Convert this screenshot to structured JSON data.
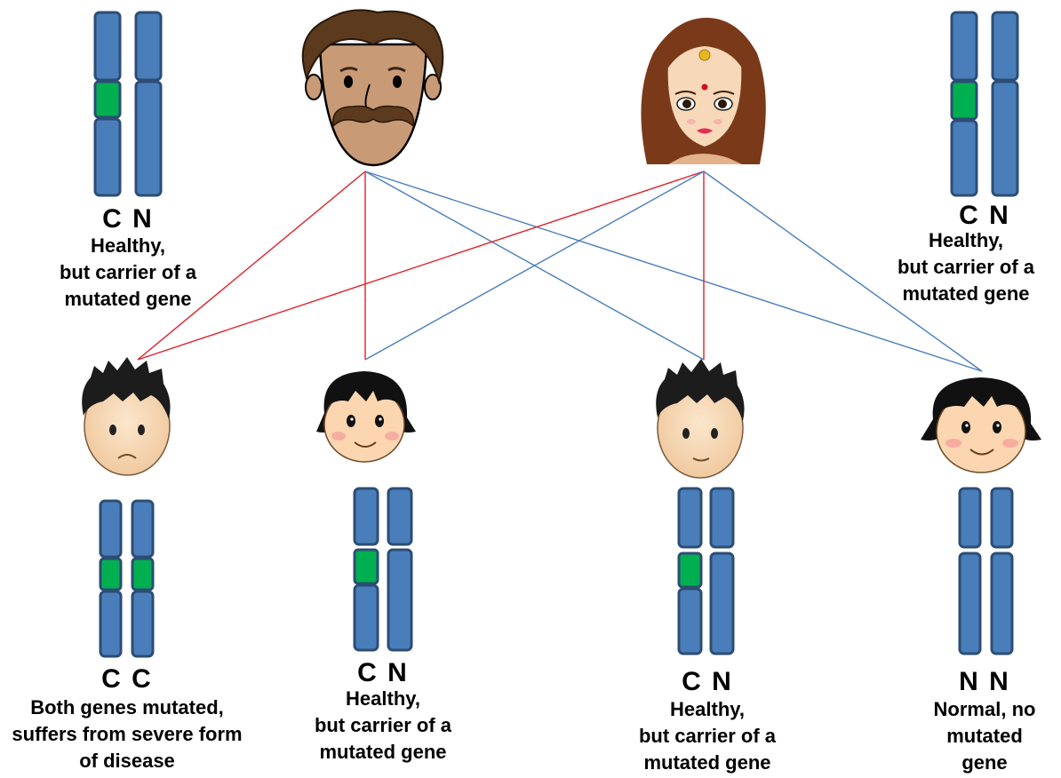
{
  "colors": {
    "chromosome_fill": "#4a7ebb",
    "chromosome_stroke": "#2c4d75",
    "mutation_band": "#00b050",
    "paternal_line": "#e0202a",
    "maternal_line": "#4a7ebb"
  },
  "father": {
    "icon": "father-face-icon",
    "alleles": "C N",
    "caption": [
      "Healthy,",
      "but carrier of a",
      "mutated gene"
    ]
  },
  "mother": {
    "icon": "mother-face-icon",
    "alleles": "C N",
    "caption": [
      "Healthy,",
      "but carrier of a",
      "mutated gene"
    ]
  },
  "children": [
    {
      "icon": "sad-boy-face-icon",
      "alleles": "C C",
      "caption": [
        "Both genes mutated,",
        "suffers from severe form",
        "of disease"
      ]
    },
    {
      "icon": "smiling-girl-face-icon",
      "alleles": "C N",
      "caption": [
        "Healthy,",
        "but carrier of a",
        "mutated gene"
      ]
    },
    {
      "icon": "boy-face-icon",
      "alleles": "C N",
      "caption": [
        "Healthy,",
        "but carrier of a",
        "mutated gene"
      ]
    },
    {
      "icon": "smiling-girl-face-icon",
      "alleles": "N N",
      "caption": [
        "Normal, no",
        "mutated",
        "gene"
      ]
    }
  ]
}
